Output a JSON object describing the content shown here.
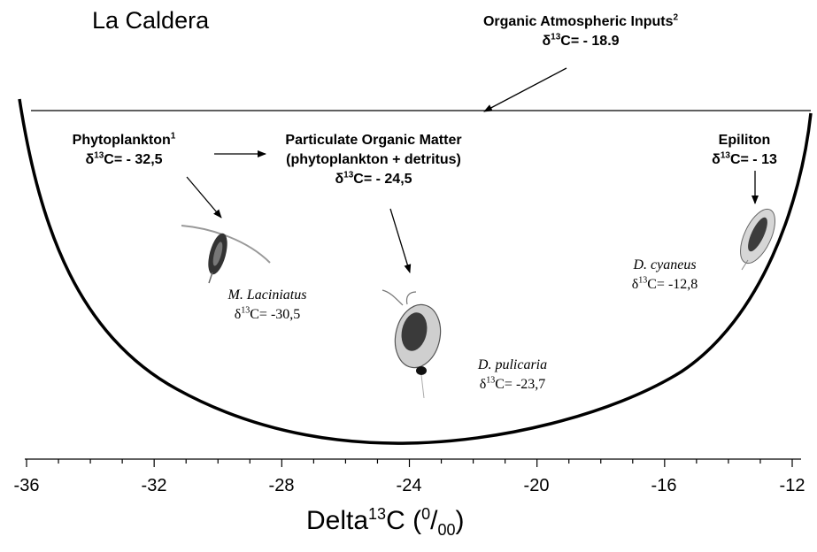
{
  "title": "La Caldera",
  "sources": {
    "atmospheric": {
      "label": "Organic Atmospheric Inputs",
      "note": "2",
      "value": "- 18.9"
    },
    "phytoplankton": {
      "label": "Phytoplankton",
      "note": "1",
      "value": "- 32,5"
    },
    "pom": {
      "label_line1": "Particulate Organic Matter",
      "label_line2": "(phytoplankton + detritus)",
      "value": "- 24,5"
    },
    "epiliton": {
      "label": "Epiliton",
      "value": "- 13"
    }
  },
  "consumers": {
    "laciniatus": {
      "name": "M. Laciniatus",
      "value": "-30,5"
    },
    "pulicaria": {
      "name": "D. pulicaria",
      "value": "-23,7"
    },
    "cyaneus": {
      "name": "D. cyaneus",
      "value": "-12,8"
    }
  },
  "symbol_prefix": "δ",
  "isotope": "13",
  "element": "C=",
  "axis": {
    "ticks": [
      "-36",
      "-32",
      "-28",
      "-24",
      "-20",
      "-16",
      "-12"
    ],
    "title_main": "Delta",
    "title_sup": "13",
    "title_after": "C (",
    "title_unit_sup": "0",
    "title_unit_slash": "/",
    "title_unit_sub": "00",
    "title_close": ")"
  }
}
